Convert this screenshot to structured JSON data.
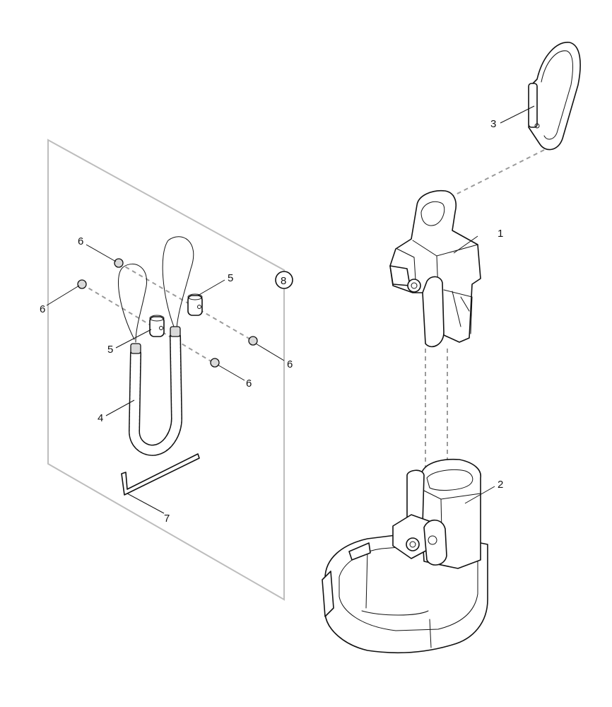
{
  "callouts": {
    "holder": "1",
    "base_bracket": "2",
    "carabiner": "3",
    "coiled_lanyard": "4",
    "clamp_block_right": "5",
    "clamp_block_left": "5",
    "set_screw_top": "6",
    "set_screw_left": "6",
    "set_screw_right": "6",
    "set_screw_mid": "6",
    "hex_key": "7",
    "kit_number": "8"
  }
}
